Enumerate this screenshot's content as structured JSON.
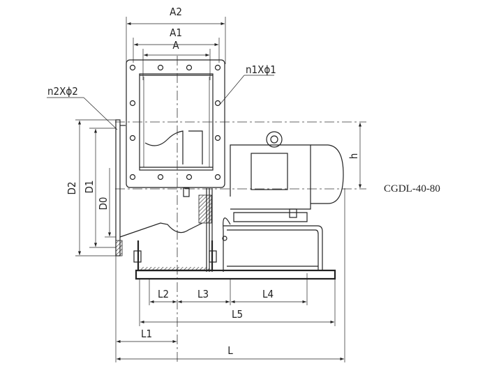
{
  "drawing": {
    "model": "CGDL-40-80",
    "dimensions": {
      "A2": "A2",
      "A1": "A1",
      "A": "A",
      "hole_top": "n1Xϕ1",
      "hole_side": "n2Xϕ2",
      "D2": "D2",
      "D1": "D1",
      "D0": "D0",
      "h": "h",
      "L1": "L1",
      "L2": "L2",
      "L3": "L3",
      "L4": "L4",
      "L5": "L5",
      "L": "L"
    }
  }
}
